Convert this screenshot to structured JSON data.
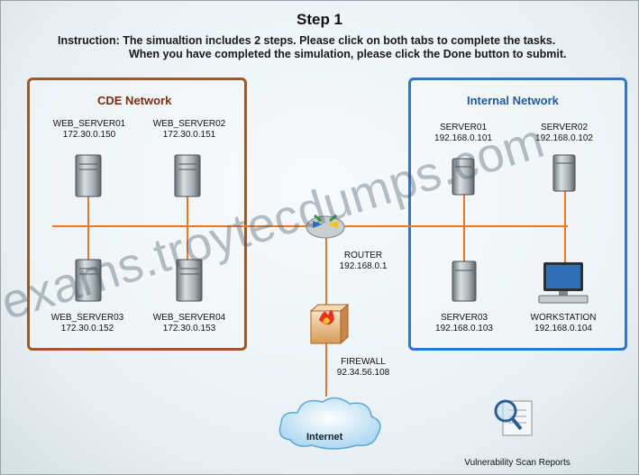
{
  "step_title": "Step 1",
  "instruction": {
    "line1": "Instruction: The simualtion includes 2 steps. Please click on both tabs to complete the tasks.",
    "line2": "When you have completed the simulation, please click the Done button to submit."
  },
  "cde": {
    "title": "CDE Network",
    "servers": [
      {
        "name": "WEB_SERVER01",
        "ip": "172.30.0.150"
      },
      {
        "name": "WEB_SERVER02",
        "ip": "172.30.0.151"
      },
      {
        "name": "WEB_SERVER03",
        "ip": "172.30.0.152"
      },
      {
        "name": "WEB_SERVER04",
        "ip": "172.30.0.153"
      }
    ]
  },
  "internal": {
    "title": "Internal Network",
    "servers": [
      {
        "name": "SERVER01",
        "ip": "192.168.0.101"
      },
      {
        "name": "SERVER02",
        "ip": "192.168.0.102"
      },
      {
        "name": "SERVER03",
        "ip": "192.168.0.103"
      },
      {
        "name": "WORKSTATION",
        "ip": "192.168.0.104"
      }
    ]
  },
  "router": {
    "name": "ROUTER",
    "ip": "192.168.0.1"
  },
  "firewall": {
    "name": "FIREWALL",
    "ip": "92.34.56.108"
  },
  "internet_label": "Internet",
  "vuln_label": "Vulnerability Scan Reports",
  "watermark": "exams.troytecdumps.com",
  "colors": {
    "link": "#e8782a",
    "cde_border": "#9b5a2a",
    "internal_border": "#2e79c7"
  }
}
